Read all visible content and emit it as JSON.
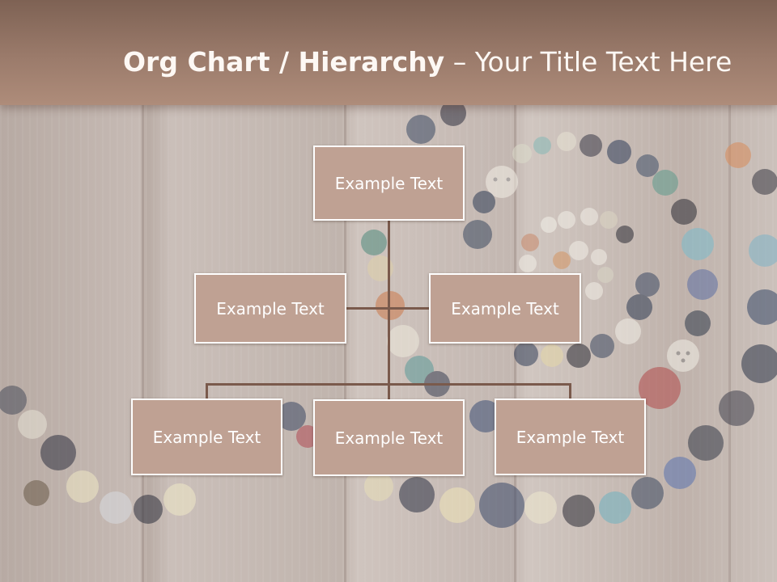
{
  "title": {
    "bold_text": "Org Chart / Hierarchy",
    "separator": " – ",
    "light_text": "Your Title Text Here"
  },
  "org_chart": {
    "root": "Example Text",
    "assistants": [
      "Example Text",
      "Example Text"
    ],
    "children": [
      "Example Text",
      "Example Text",
      "Example Text"
    ]
  },
  "colors": {
    "header": "#9b7b6b",
    "node_fill": "#bfa193",
    "node_border": "#ffffff",
    "connector": "#7a5a4c",
    "title_text": "#fdf8f4"
  }
}
